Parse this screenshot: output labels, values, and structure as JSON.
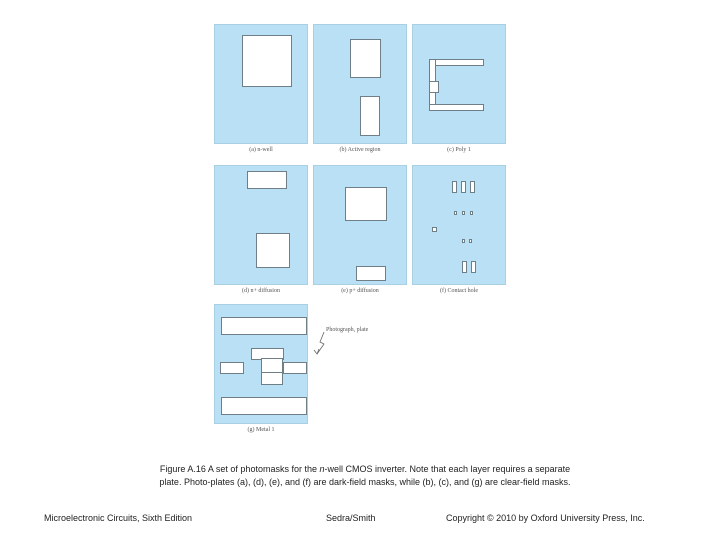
{
  "panels": {
    "a": {
      "caption": "(a) n-well"
    },
    "b": {
      "caption": "(b) Active region"
    },
    "c": {
      "caption": "(c) Poly 1"
    },
    "d": {
      "caption": "(d) n+ diffusion"
    },
    "e": {
      "caption": "(e) p+ diffusion"
    },
    "f": {
      "caption": "(f) Contact hole"
    },
    "g": {
      "caption": "(g) Metal 1"
    }
  },
  "callout": {
    "label": "Photograph, plate"
  },
  "figure_caption": {
    "prefix": "Figure A.16 A set of photomasks for the ",
    "italic": "n",
    "suffix": "-well CMOS inverter. Note that each layer requires a separate plate. Photo-plates (a), (d), (e), and (f) are dark-field masks, while (b), (c), and (g) are clear-field masks."
  },
  "footer": {
    "left": "Microelectronic Circuits, Sixth Edition",
    "center": "Sedra/Smith",
    "right": "Copyright © 2010 by Oxford University Press, Inc."
  },
  "colors": {
    "mask_fill": "#b9e0f5",
    "opening": "#ffffff",
    "outline": "#6f7f88"
  }
}
